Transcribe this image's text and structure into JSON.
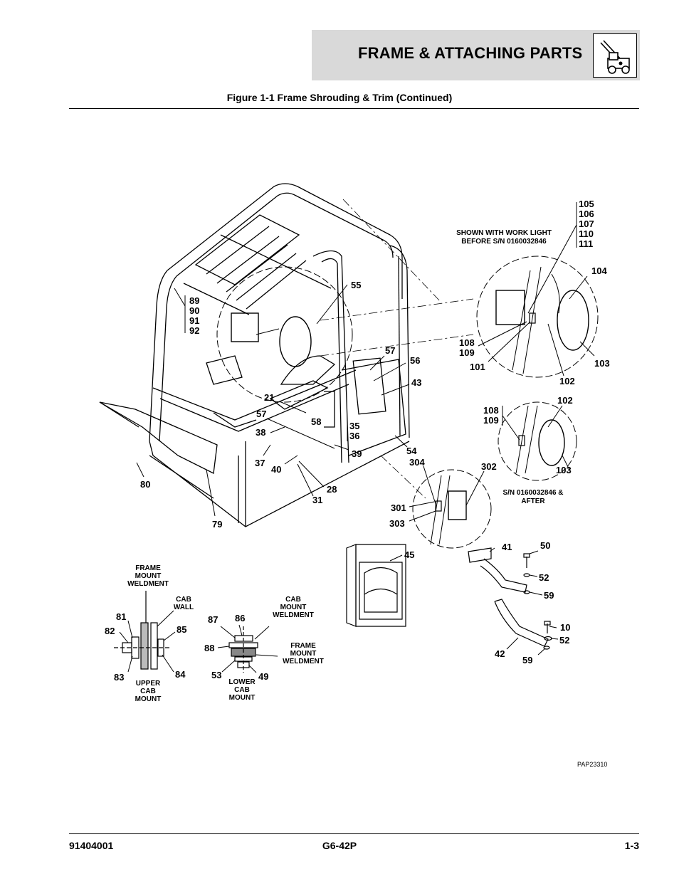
{
  "header": {
    "title": "FRAME & ATTACHING PARTS",
    "icon": "telehandler-icon"
  },
  "figure": {
    "title": "Figure 1-1 Frame Shrouding & Trim (Continued)",
    "reference": "PAP23310"
  },
  "notes": {
    "work_light_line1": "SHOWN WITH WORK LIGHT",
    "work_light_line2": "BEFORE S/N 0160032846",
    "after_line1": "S/N 0160032846 &",
    "after_line2": "AFTER",
    "frame_mount_weldment_1": "FRAME",
    "frame_mount_weldment_2": "MOUNT",
    "frame_mount_weldment_3": "WELDMENT",
    "cab_wall_1": "CAB",
    "cab_wall_2": "WALL",
    "upper_cab_mount_1": "UPPER",
    "upper_cab_mount_2": "CAB",
    "upper_cab_mount_3": "MOUNT",
    "cab_mount_weldment_1": "CAB",
    "cab_mount_weldment_2": "MOUNT",
    "cab_mount_weldment_3": "WELDMENT",
    "frame_mount_weldment_b1": "FRAME",
    "frame_mount_weldment_b2": "MOUNT",
    "frame_mount_weldment_b3": "WELDMENT",
    "lower_cab_mount_1": "LOWER",
    "lower_cab_mount_2": "CAB",
    "lower_cab_mount_3": "MOUNT"
  },
  "callouts": {
    "c105": "105",
    "c106": "106",
    "c107": "107",
    "c110": "110",
    "c111": "111",
    "c104": "104",
    "c55": "55",
    "c89": "89",
    "c90": "90",
    "c91": "91",
    "c92": "92",
    "c108a": "108",
    "c109a": "109",
    "c101": "101",
    "c102a": "102",
    "c103a": "103",
    "c57a": "57",
    "c56": "56",
    "c43": "43",
    "c21": "21",
    "c58": "58",
    "c57b": "57",
    "c38": "38",
    "c35": "35",
    "c36": "36",
    "c39": "39",
    "c37": "37",
    "c40": "40",
    "c28": "28",
    "c31": "31",
    "c54": "54",
    "c108b": "108",
    "c109b": "109",
    "c102b": "102",
    "c103b": "103",
    "c304": "304",
    "c302": "302",
    "c301": "301",
    "c303": "303",
    "c80": "80",
    "c79": "79",
    "c45": "45",
    "c41": "41",
    "c50": "50",
    "c52a": "52",
    "c59a": "59",
    "c10": "10",
    "c52b": "52",
    "c42": "42",
    "c59b": "59",
    "c81": "81",
    "c82": "82",
    "c85": "85",
    "c83": "83",
    "c84": "84",
    "c87": "87",
    "c86": "86",
    "c88": "88",
    "c53": "53",
    "c49": "49"
  },
  "footer": {
    "doc_number": "91404001",
    "model": "G6-42P",
    "page": "1-3"
  }
}
